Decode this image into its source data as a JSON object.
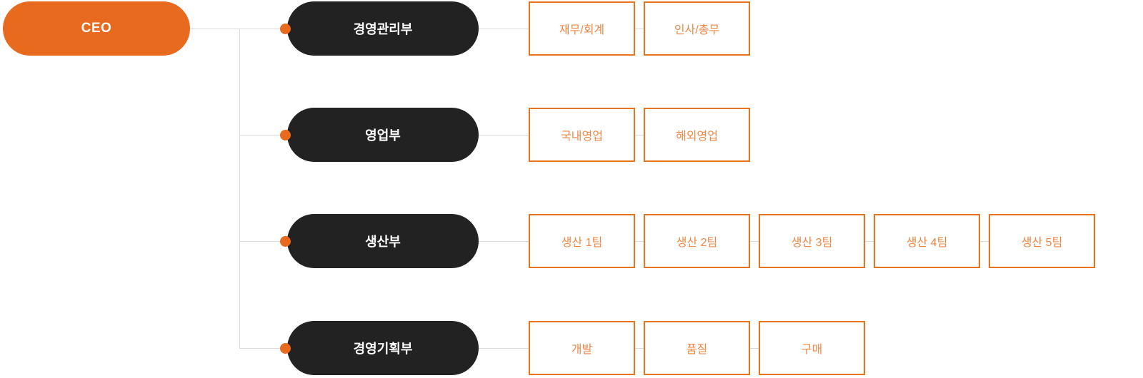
{
  "chart_data": {
    "type": "org-chart",
    "root": {
      "label": "CEO"
    },
    "departments": [
      {
        "label": "경영관리부",
        "teams": [
          "재무/회계",
          "인사/총무"
        ]
      },
      {
        "label": "영업부",
        "teams": [
          "국내영업",
          "해외영업"
        ]
      },
      {
        "label": "생산부",
        "teams": [
          "생산 1팀",
          "생산 2팀",
          "생산 3팀",
          "생산 4팀",
          "생산 5팀"
        ]
      },
      {
        "label": "경영기획부",
        "teams": [
          "개발",
          "품질",
          "구매"
        ]
      }
    ]
  },
  "colors": {
    "accent_orange": "#E86A1E",
    "team_box_border": "#E8731E",
    "team_box_text": "#EE8746",
    "department_background": "#222222",
    "connector_line": "#D9D9D9",
    "background": "#FFFFFF"
  }
}
